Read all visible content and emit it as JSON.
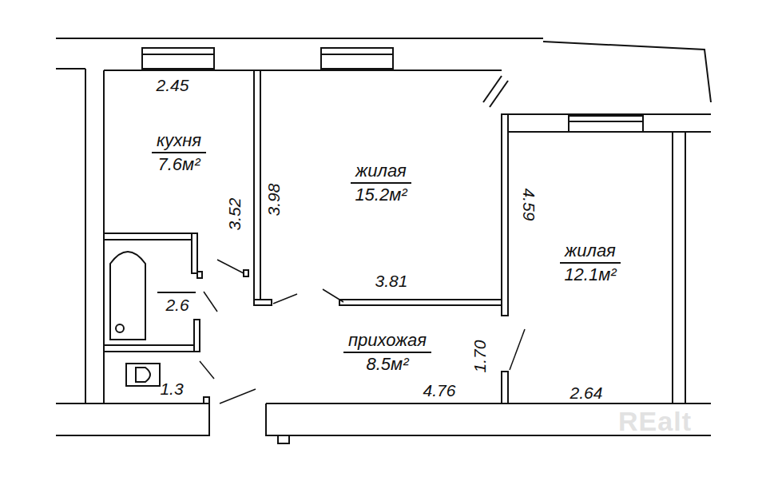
{
  "diagram": {
    "nodes": [
      {
        "text": [
          "кухня",
          "7.6м²"
        ]
      },
      {
        "text": [
          "жилая",
          "15.2м²"
        ]
      },
      {
        "text": [
          "жилая",
          "12.1м²"
        ]
      },
      {
        "text": [
          "прихожая",
          "8.5м²"
        ]
      }
    ],
    "labels": [
      "2.45",
      "3.52",
      "3.98",
      "3.81",
      "4.59",
      "2.6",
      "1.3",
      "1.70",
      "4.76",
      "2.64",
      "REalt"
    ]
  }
}
